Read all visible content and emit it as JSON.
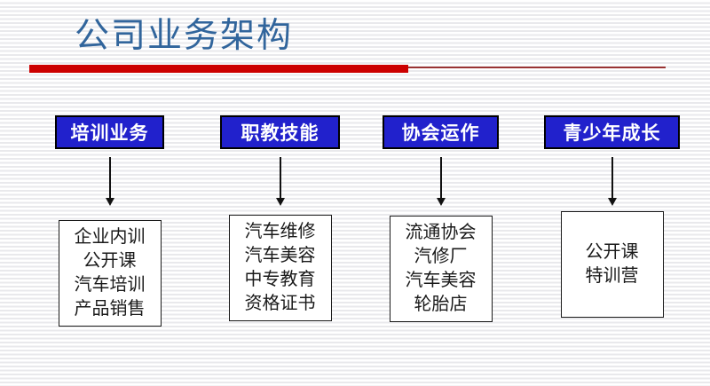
{
  "slide": {
    "title": "公司业务架构",
    "columns": [
      {
        "header": "培训业务",
        "items": [
          "企业内训",
          "公开课",
          "汽车培训",
          "产品销售"
        ]
      },
      {
        "header": "职教技能",
        "items": [
          "汽车维修",
          "汽车美容",
          "中专教育",
          "资格证书"
        ]
      },
      {
        "header": "协会运作",
        "items": [
          "流通协会",
          "汽修厂",
          "汽车美容",
          "轮胎店"
        ]
      },
      {
        "header": "青少年成长",
        "items": [
          "公开课",
          "特训营"
        ]
      }
    ],
    "colors": {
      "title_blue": "#31659C",
      "accent_red": "#CC0000",
      "line_red": "#993333",
      "header_blue": "#2121CC",
      "header_text": "#FFFFFF",
      "body_text": "#1A1A1A"
    }
  }
}
